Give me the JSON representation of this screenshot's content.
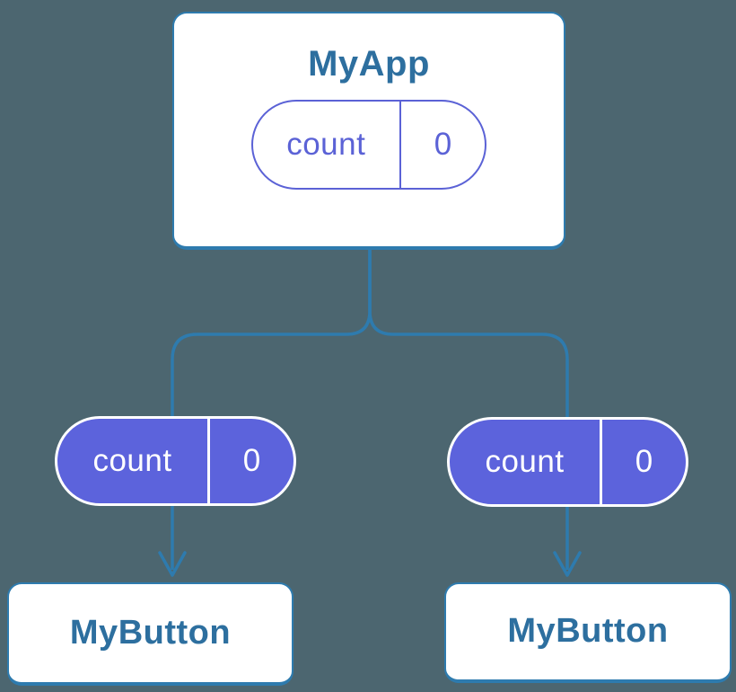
{
  "colors": {
    "background": "#4C6670",
    "connector_blue": "#2E7BAE",
    "heading_text_blue": "#2D6F9F",
    "state_purple_stroke": "#5B62D6",
    "state_purple_fill": "#5C63DC",
    "card_white": "#FFFFFF"
  },
  "diagram": {
    "root": {
      "title": "MyApp",
      "state": {
        "name": "count",
        "value": "0"
      }
    },
    "children": [
      {
        "title": "MyButton",
        "state": {
          "name": "count",
          "value": "0"
        }
      },
      {
        "title": "MyButton",
        "state": {
          "name": "count",
          "value": "0"
        }
      }
    ]
  }
}
